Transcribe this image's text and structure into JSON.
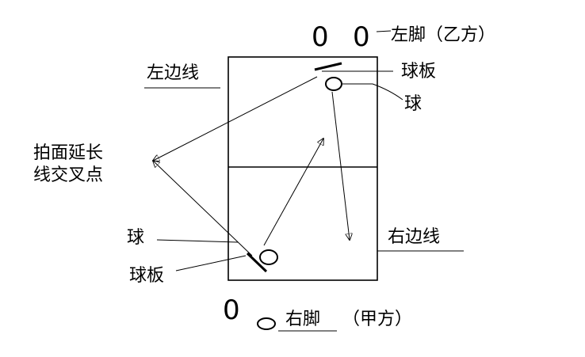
{
  "labels": {
    "left_foot": "左脚（乙方）",
    "right_foot": "右脚",
    "right_foot_side": "（甲方）",
    "left_sideline": "左边线",
    "right_sideline": "右边线",
    "paddle_top": "球板",
    "ball_top": "球",
    "intersection": "拍面延长\n线交叉点",
    "intersection_line1": "拍面延长",
    "intersection_line2": "线交叉点",
    "ball_bottom": "球",
    "paddle_bottom": "球板"
  },
  "colors": {
    "ink": "#000000",
    "background": "#ffffff"
  }
}
